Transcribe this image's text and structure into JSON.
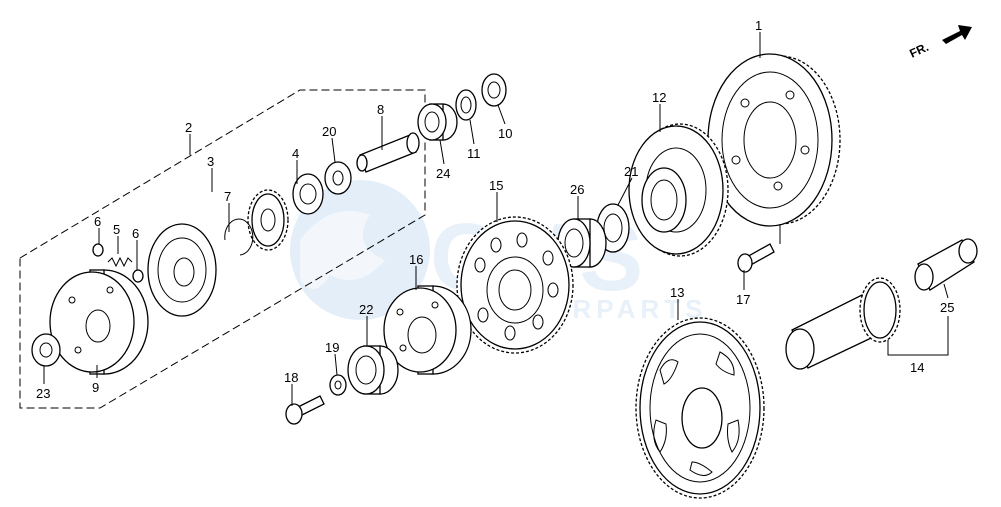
{
  "direction_marker": {
    "text": "FR.",
    "arrow_icon": "right-arrow-icon"
  },
  "watermark": {
    "logo": "CMS",
    "text": "MOTORPARTS",
    "color": "#9cc4e8"
  },
  "callouts": [
    {
      "id": "1",
      "label": "1"
    },
    {
      "id": "2",
      "label": "2"
    },
    {
      "id": "3",
      "label": "3"
    },
    {
      "id": "4",
      "label": "4"
    },
    {
      "id": "5",
      "label": "5"
    },
    {
      "id": "6a",
      "label": "6"
    },
    {
      "id": "6b",
      "label": "6"
    },
    {
      "id": "7",
      "label": "7"
    },
    {
      "id": "8",
      "label": "8"
    },
    {
      "id": "9",
      "label": "9"
    },
    {
      "id": "10",
      "label": "10"
    },
    {
      "id": "11",
      "label": "11"
    },
    {
      "id": "12",
      "label": "12"
    },
    {
      "id": "13",
      "label": "13"
    },
    {
      "id": "14",
      "label": "14"
    },
    {
      "id": "15",
      "label": "15"
    },
    {
      "id": "16",
      "label": "16"
    },
    {
      "id": "17",
      "label": "17"
    },
    {
      "id": "18",
      "label": "18"
    },
    {
      "id": "19",
      "label": "19"
    },
    {
      "id": "20",
      "label": "20"
    },
    {
      "id": "21",
      "label": "21"
    },
    {
      "id": "22",
      "label": "22"
    },
    {
      "id": "23",
      "label": "23"
    },
    {
      "id": "24",
      "label": "24"
    },
    {
      "id": "25",
      "label": "25"
    },
    {
      "id": "26",
      "label": "26"
    }
  ]
}
